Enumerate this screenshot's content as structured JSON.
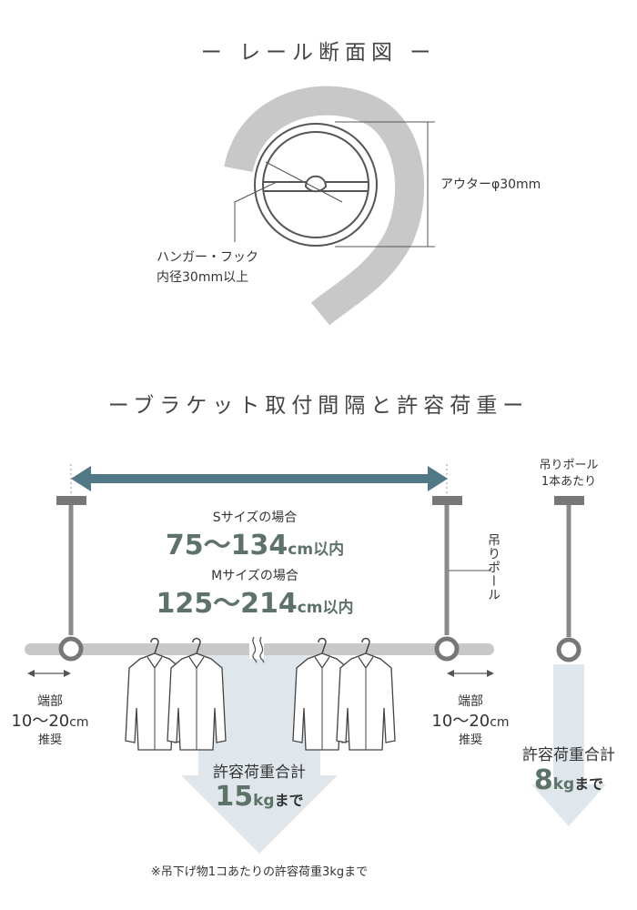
{
  "rail_section": {
    "title": "ー レール断面図 ー",
    "outer_label": "アウターφ30mm",
    "hook_label_line1": "ハンガー・フック",
    "hook_label_line2": "内径30mm以上"
  },
  "bracket": {
    "title": "ーブラケット取付間隔と許容荷重ー",
    "s_size_label": "Sサイズの場合",
    "s_size_range": "75〜134",
    "s_size_unit": "cm以内",
    "m_size_label": "Mサイズの場合",
    "m_size_range": "125〜214",
    "m_size_unit": "cm以内",
    "pole_vertical_label": "吊りポール",
    "left_end_label": "端部",
    "left_end_range": "10〜20",
    "left_end_unit": "cm",
    "left_end_note": "推奨",
    "right_end_label": "端部",
    "right_end_range": "10〜20",
    "right_end_unit": "cm",
    "right_end_note": "推奨",
    "total_load_label": "許容荷重合計",
    "total_load_value": "15",
    "total_load_unit": "kg",
    "total_load_suffix": "まで",
    "footnote": "※吊下げ物1コあたりの許容荷重3kgまで"
  },
  "single_pole": {
    "label_line1": "吊りポール",
    "label_line2": "1本あたり",
    "load_label": "許容荷重合計",
    "load_value": "8",
    "load_unit": "kg",
    "load_suffix": "まで"
  },
  "colors": {
    "accent_teal": "#507886",
    "value_green": "#5d7268",
    "rail_gray": "#c8c8c8",
    "pole_gray": "#8a8a8a",
    "arrow_light": "#dfe7ec"
  }
}
